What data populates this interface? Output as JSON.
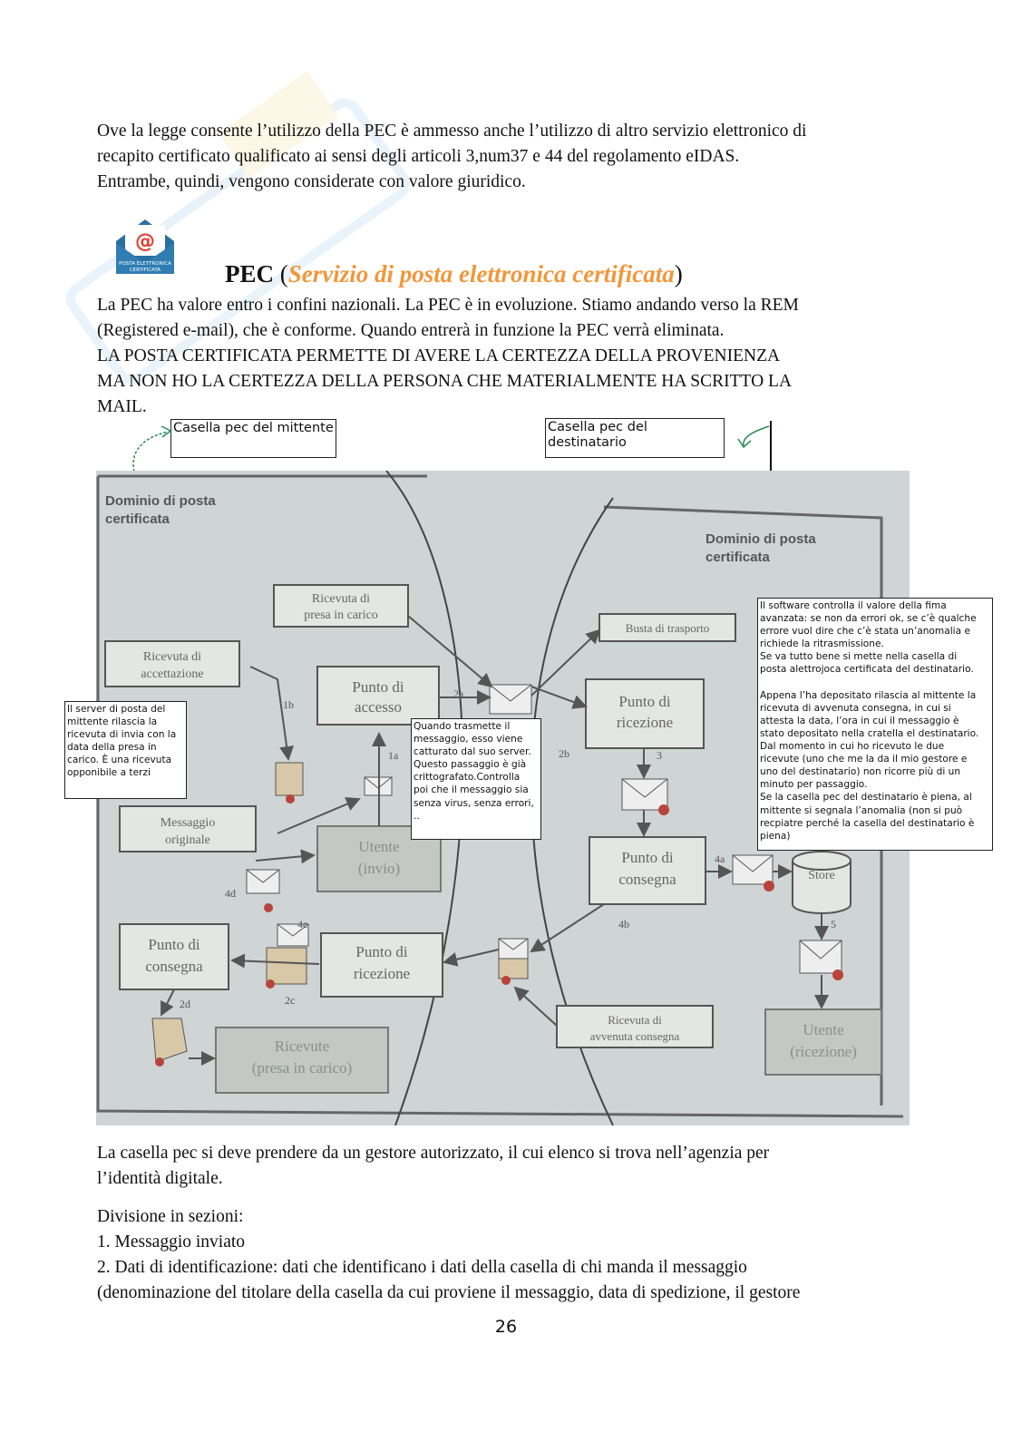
{
  "intro": {
    "lines": [
      "Ove la legge consente l’utilizzo della PEC è ammesso anche l’utilizzo di altro servizio elettronico di",
      "recapito certificato qualificato ai sensi degli articoli 3,num37 e 44 del regolamento eIDAS.",
      "Entrambe, quindi, vengono considerate con valore giuridico."
    ]
  },
  "logo": {
    "symbol": "@",
    "line1": "POSTA ELETTRONICA",
    "line2": "CERTIFICATA",
    "color": "#2b6f9f",
    "accent": "#e33b2e"
  },
  "heading": {
    "pec": "PEC",
    "open": " (",
    "subtitle": "Servizio di posta elettronica certificata",
    "close": ")"
  },
  "body1": {
    "lines": [
      "La PEC ha valore entro i confini nazionali. La PEC è in evoluzione. Stiamo andando verso la REM",
      "(Registered e-mail), che è conforme. Quando entrerà in funzione la PEC verrà eliminata.",
      "LA POSTA CERTIFICATA PERMETTE DI AVERE LA CERTEZZA DELLA PROVENIENZA",
      "MA NON HO LA CERTEZZA DELLA PERSONA CHE MATERIALMENTE HA SCRITTO LA",
      "MAIL."
    ]
  },
  "labels": {
    "mittente": "Casella pec del mittente",
    "destinatario": [
      "Casella pec del",
      "destinatario"
    ]
  },
  "diagram": {
    "domain_left": [
      "Dominio di posta",
      "certificata"
    ],
    "domain_right": [
      "Dominio di posta",
      "certificata"
    ],
    "boxes": {
      "ricevuta_presa": [
        "Ricevuta di",
        "presa in carico"
      ],
      "busta": [
        "Busta di trasporto"
      ],
      "ricevuta_accettazione": [
        "Ricevuta di",
        "accettazione"
      ],
      "punto_accesso": [
        "Punto di",
        "accesso"
      ],
      "punto_ricezione_r": [
        "Punto di",
        "ricezione"
      ],
      "messaggio_originale": [
        "Messaggio",
        "originale"
      ],
      "utente_invio": [
        "Utente",
        "(invio)"
      ],
      "punto_consegna_r": [
        "Punto di",
        "consegna"
      ],
      "store": [
        "Store"
      ],
      "punto_consegna_l": [
        "Punto di",
        "consegna"
      ],
      "punto_ricezione_l": [
        "Punto di",
        "ricezione"
      ],
      "ricevuta_avvenuta": [
        "Ricevuta di",
        "avvenuta consegna"
      ],
      "utente_ricezione": [
        "Utente",
        "(ricezione)"
      ],
      "ricevute": [
        "Ricevute",
        "(presa in carico)"
      ]
    },
    "steps": [
      "1b",
      "1a",
      "2a",
      "2b",
      "3",
      "4a",
      "4d",
      "4c",
      "4b",
      "2c",
      "2d",
      "5"
    ]
  },
  "notes": {
    "server": [
      "Il server di posta del",
      "mittente rilascia la",
      "ricevuta di invia con la",
      "data della presa in",
      "carico. È una ricevuta",
      "opponibile a terzi"
    ],
    "trasmette": [
      "Quando trasmette il",
      "messaggio, esso viene",
      "catturato dal suo server.",
      "Questo passaggio è già",
      "crittografato.Controlla",
      "poi che il messaggio sia",
      "senza virus, senza errori,",
      ".."
    ],
    "software": [
      "Il software controlla il valore della fima",
      "avanzata: se non da errori ok, se c’è qualche",
      "errore vuol dire che c’è stata un’anomalia e",
      "richiede la ritrasmissione.",
      "Se va tutto bene si mette nella casella di",
      "posta alettrojoca certificata del destinatario.",
      "",
      "Appena l’ha depositato rilascia al mittente la",
      "ricevuta di avvenuta consegna, in cui si",
      "attesta la data, l’ora in cui il messaggio è",
      "stato depositato nella cratella el destinatario.",
      "Dal momento in cui ho ricevuto le due",
      "ricevute (uno che me la da il mio gestore e",
      "uno del destinatario) non ricorre più di un",
      "minuto per passaggio.",
      "Se la casella pec del destinatario è piena, al",
      "mittente si segnala l’anomalia (non si può",
      "recpiatre perché la casella del destinatario è",
      "piena)"
    ]
  },
  "body2": {
    "lines": [
      "La casella pec si deve prendere da un gestore autorizzato, il cui elenco si trova nell’agenzia per",
      "l’identità digitale."
    ]
  },
  "body3": {
    "lines": [
      "Divisione in sezioni:",
      "1. Messaggio inviato",
      "2. Dati di identificazione: dati che identificano i dati della casella di chi manda il messaggio",
      "(denominazione del titolare della casella da cui proviene il messaggio, data di spedizione, il gestore"
    ]
  },
  "page_number": "26",
  "colors": {
    "diagram_bg": "#cfd4d5",
    "box_fill": "#e4e6e2",
    "box_stroke": "#555555",
    "heading_accent": "#f2973a",
    "seal": "#b8443c",
    "arrow_green": "#2a8a5a"
  }
}
